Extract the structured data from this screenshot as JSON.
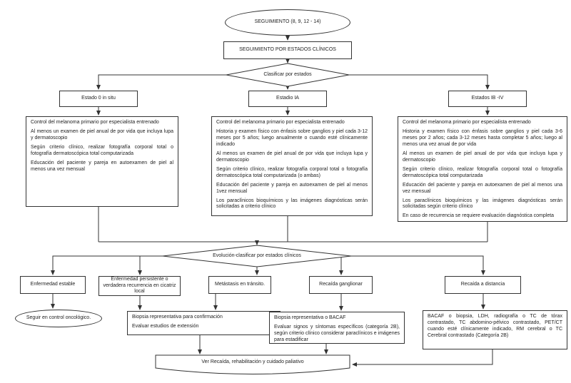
{
  "diagram": {
    "start": "SEGUIMIENTO (8, 9, 12 - 14)",
    "process": "SEGUIMIENTO POR ESTADOS CLÍNICOS",
    "decision1": "Clasificar por estados",
    "decision2": "Evolución-clasificar por estados clínicos",
    "end_node": "Ver Recaída, rehabilitación y cuidado paliativo",
    "stages": [
      {
        "label": "Estado 0 in situ",
        "items": [
          "Control del melanoma primario por especialista entrenado",
          "Al menos un examen de piel anual de por vida que incluya lupa y dermatoscopio",
          "Según criterio clínico, realizar fotografía corporal total o fotografía dermatoscópica total computarizada",
          "Educación del paciente y pareja en autoexamen de piel al menos una vez mensual"
        ]
      },
      {
        "label": "Estadio IA",
        "items": [
          "Control del melanoma primario por especialista entrenado",
          "Historia y examen físico con énfasis sobre ganglios y piel cada 3-12 meses por 5 años; luego anualmente o cuando esté clínicamente indicado",
          "Al menos un examen de piel anual de por vida que incluya lupa y dermatoscopio",
          "Según criterio clínico, realizar fotografía corporal total o fotografía dermatoscópica total computarizada (o ambas)",
          "Educación del paciente y pareja en autoexamen de piel al menos 1vez mensual",
          "Los paraclínicos bioquímicos y las imágenes diagnósticas serán solicitadas a criterio clínico"
        ]
      },
      {
        "label": "Estados IB -IV",
        "items": [
          "Control del melanoma primario por especialista entrenado",
          "Historia y examen físico con énfasis sobre ganglios y piel cada 3-6 meses por 2 años; cada 3-12 meses hasta completar 5 años; luego al menos una vez anual de por vida",
          "Al menos un examen de piel anual de por vida que incluya lupa y dermatoscopio",
          "Según criterio clínico, realizar fotografía corporal total o fotografía dermatoscópica total computarizada",
          "Educación del paciente y pareja en autoexamen de piel al menos una vez mensual",
          "Los paraclínicos bioquímicos y las imágenes diagnósticas serán solicitadas según criterio clínico",
          "En caso de recurrencia se requiere evaluación diagnóstica completa"
        ]
      }
    ],
    "outcomes": [
      "Enfermedad estable",
      "Enfermedad persistente o verdadera recurrencia en cicatriz local",
      "Metástasis en tránsito.",
      "Recaída ganglionar",
      "Recaída a distancia"
    ],
    "followup_stable": "Seguir en control oncológico.",
    "followup_local": [
      "Biopsia representativa para confirmación",
      "Evaluar estudios de extensión"
    ],
    "followup_nodal": [
      "Biopsia representativa o BACAF",
      "Evaluar signos y síntomas específicos (categoría 2B), según criterio clínico considerar paraclínicos e imágenes para estadificar"
    ],
    "followup_distant": "BACAF o biopsia, LDH, radiografía o TC de tórax contrastado, TC abdomino-pélvico contrastado, PET/CT cuando esté clínicamente indicado, RM cerebral o TC Cerebral contrastado (Categoría 2B)"
  },
  "colors": {
    "stroke": "#333333",
    "text": "#222222",
    "background": "#ffffff"
  }
}
